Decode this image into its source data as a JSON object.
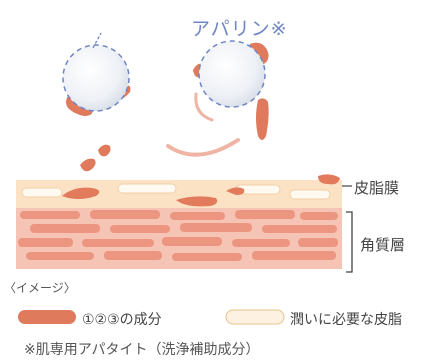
{
  "labels": {
    "apalin": "アパリン※",
    "sebum": "皮脂膜",
    "stratum_corneum": "角質層",
    "image_note": "〈イメージ〉"
  },
  "legend": {
    "ingredients": "①②③の成分",
    "sebum_needed": "潤いに必要な皮脂"
  },
  "footnote": "※肌専用アパタイト（洗浄補助成分）",
  "colors": {
    "ingredient": "#e07a5c",
    "sebum_fill": "#fbe8cc",
    "sebum_outline": "#e9c08a",
    "skin_cells": "#f0a48f",
    "apatite": "#f4f6fa",
    "apatite_outline": "#6f86c4"
  }
}
